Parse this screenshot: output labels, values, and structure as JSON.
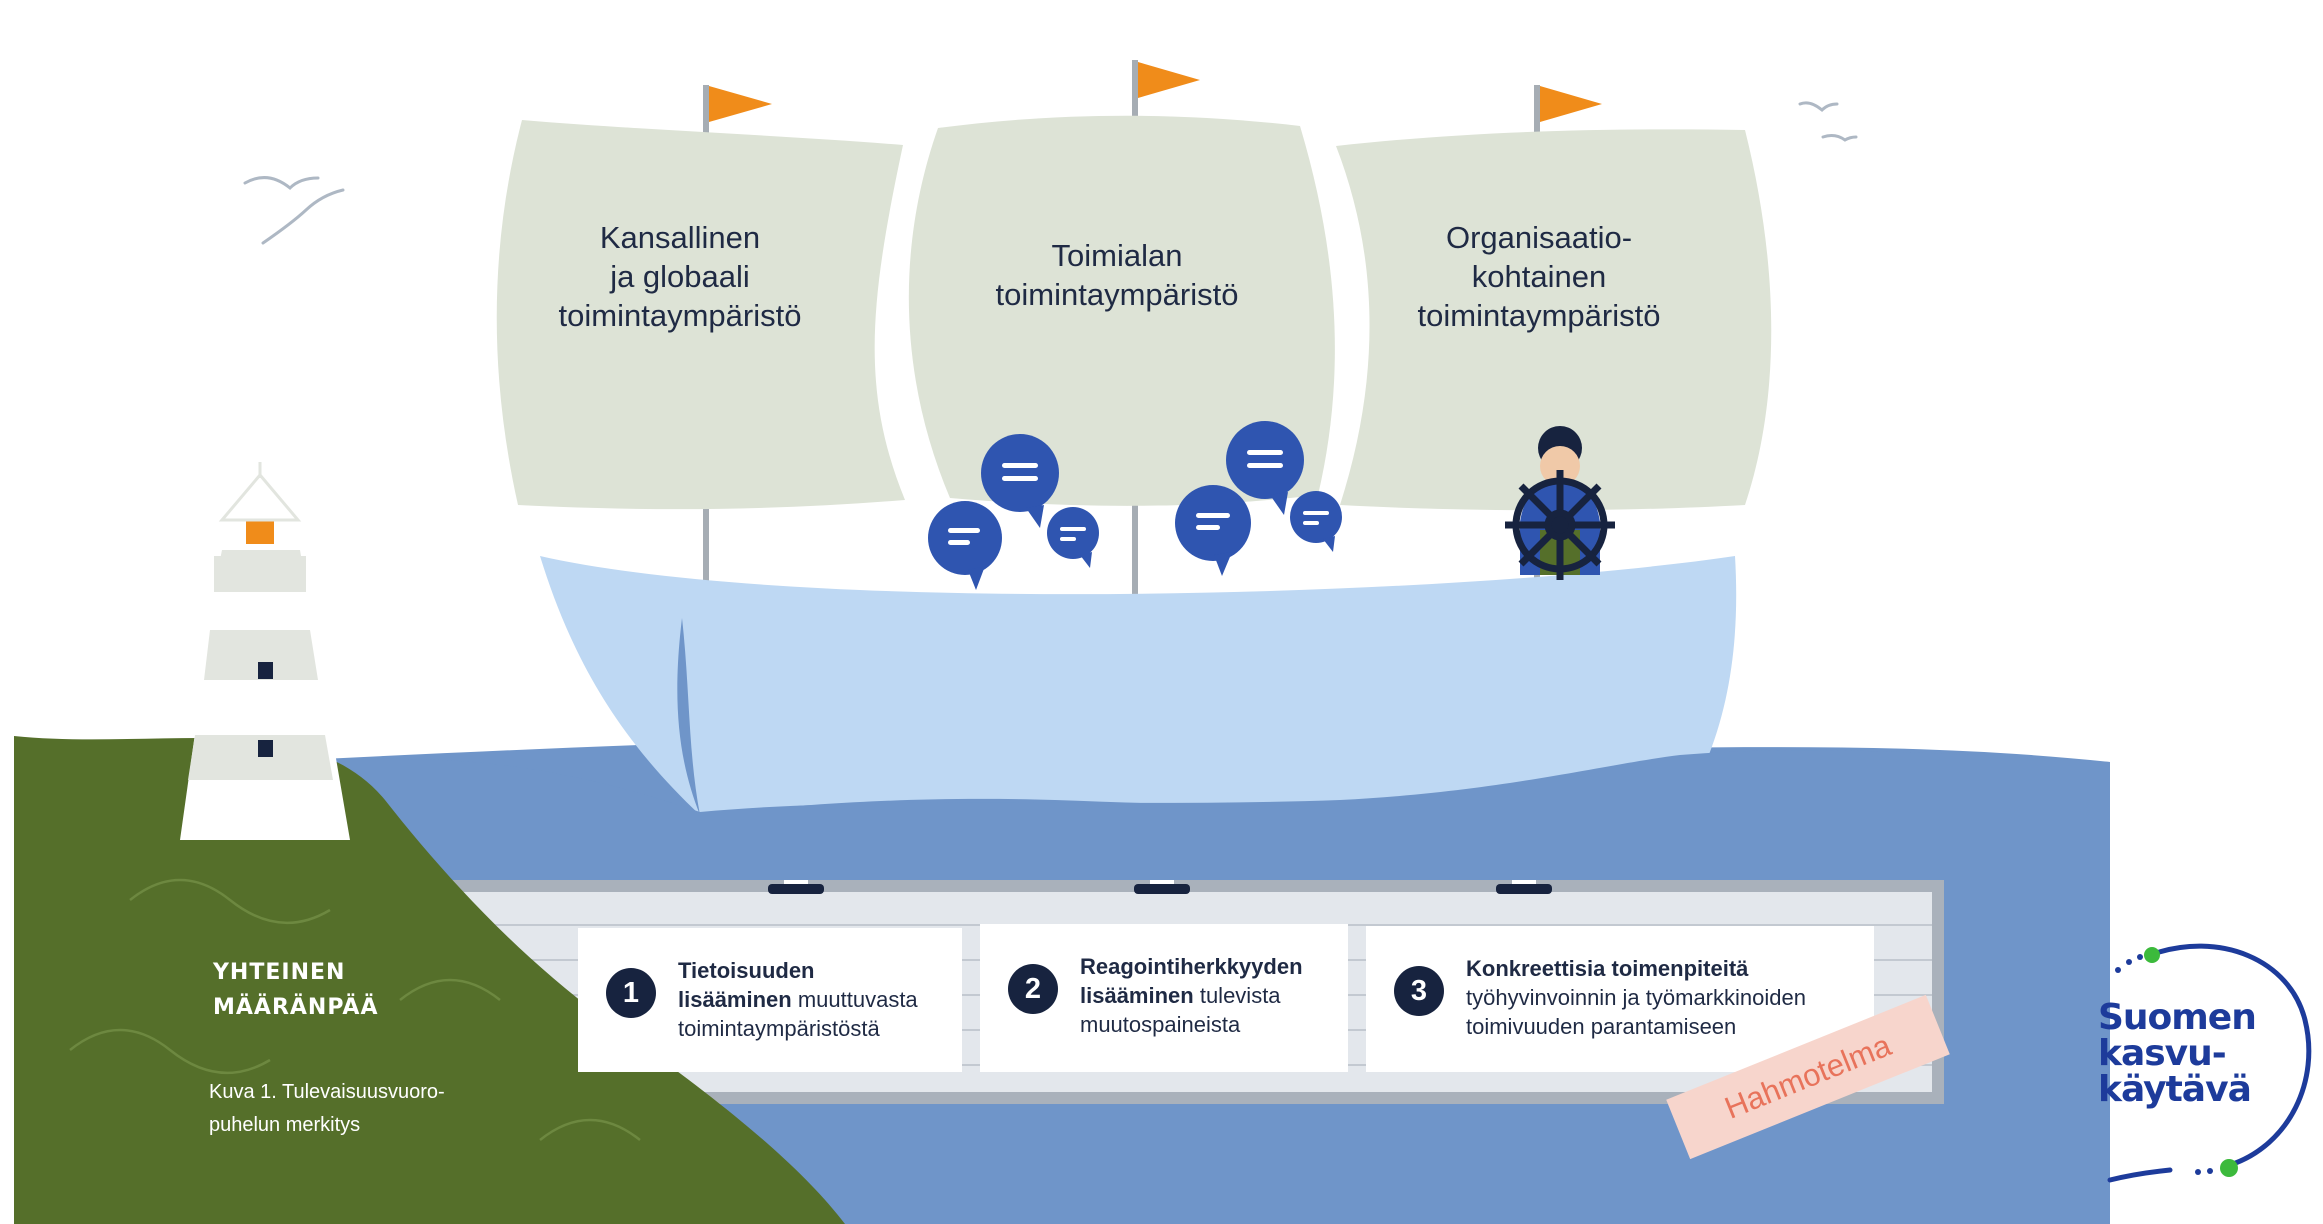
{
  "sails": [
    {
      "label": "Kansallinen\nja globaali\ntoimintaympäristö"
    },
    {
      "label": "Toimialan\ntoimintaympäristö"
    },
    {
      "label": "Organisaatio-\nkohtainen\ntoimintaympäristö"
    }
  ],
  "steps": [
    {
      "number": "1",
      "bold": "Tietoisuuden\nlisääminen",
      "text": " muuttuvasta\ntoimintaympäristöstä"
    },
    {
      "number": "2",
      "bold": "Reagointiherkkyyden\nlisääminen",
      "text": " tulevista\nmuutospaineista"
    },
    {
      "number": "3",
      "bold": "Konkreettisia toimenpiteitä",
      "text": "\ntyöhyvinvoinnin ja työmarkkinoiden\ntoimivuuden parantamiseen"
    }
  ],
  "destination": {
    "title": "YHTEINEN\nMÄÄRÄNPÄÄ"
  },
  "caption": {
    "text": "Kuva 1. Tulevaisuusvuoro-\npuhelun merkitys"
  },
  "stamp": {
    "text": "Hahmotelma"
  },
  "logo": {
    "text": "Suomen\nkasvu-\nkäytävä"
  },
  "colors": {
    "sail": "#dde3d6",
    "hull": "#bed8f3",
    "sea": "#6f95c9",
    "island": "#556f2a",
    "flag": "#f08c1a",
    "bubble": "#2f55b0",
    "dark": "#17233f",
    "logo_blue": "#1d3b9b",
    "logo_green": "#3cba3c"
  }
}
